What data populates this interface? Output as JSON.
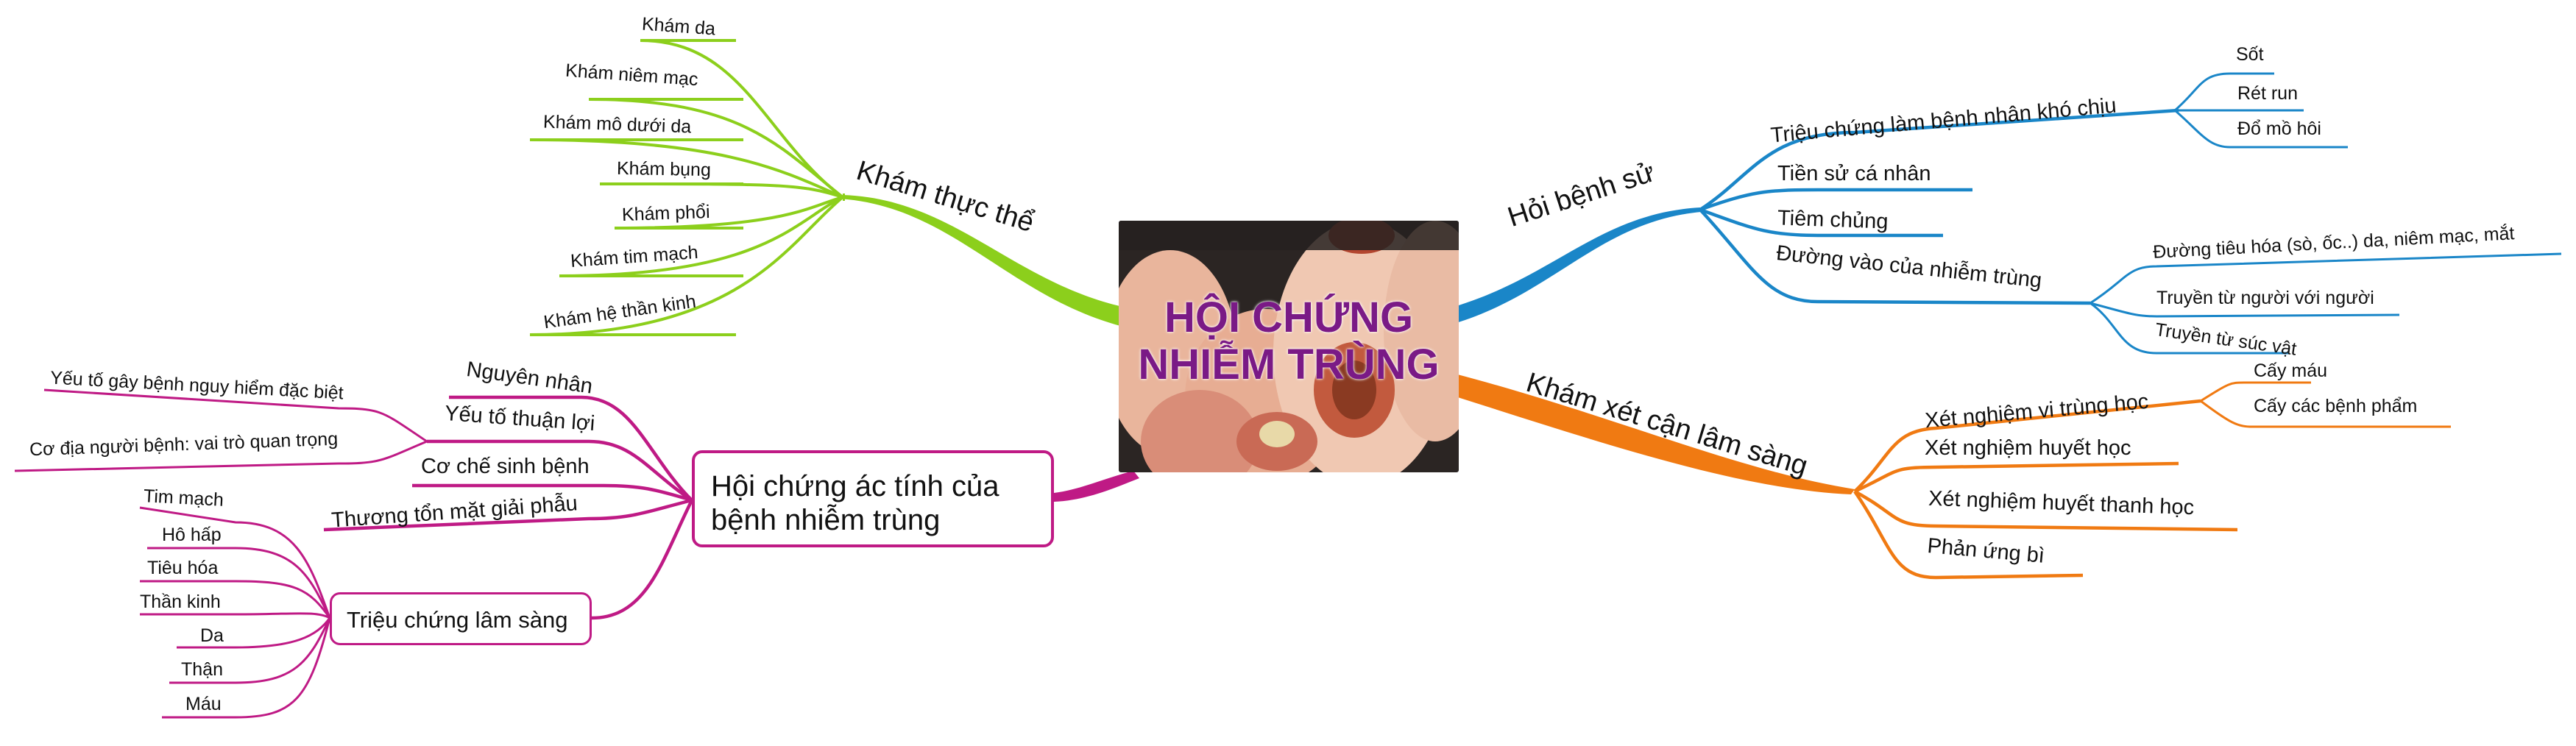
{
  "center": {
    "title_line1": "HỘI CHỨNG",
    "title_line2": "NHIỄM TRÙNG",
    "image": "infected-toes-photo"
  },
  "colors": {
    "kham_thuc_the": "#8ccf1c",
    "hoi_benh_su": "#1a86c8",
    "kham_xet": "#f07a12",
    "hoi_chung": "#bf1a85",
    "title": "#7a1a86"
  },
  "kham_thuc_the": {
    "label": "Khám thực thể",
    "items": [
      "Khám da",
      "Khám niêm mạc",
      "Khám mô dưới da",
      "Khám bụng",
      "Khám phổi",
      "Khám tim mạch",
      "Khám hệ thần kinh"
    ]
  },
  "hoi_benh_su": {
    "label": "Hỏi bệnh sử",
    "trieu_chung": {
      "label": "Triệu chứng làm bệnh nhân khó chịu",
      "items": [
        "Sốt",
        "Rét run",
        "Đổ mồ hôi"
      ]
    },
    "tien_su": "Tiền sử cá nhân",
    "tiem_chung": "Tiêm chủng",
    "duong_vao": {
      "label": "Đường vào của nhiễm trùng",
      "items": [
        "Đường tiêu hóa (sò, ốc..) da, niêm mạc, mắt",
        "Truyền từ người với người",
        "Truyền từ súc vật"
      ]
    }
  },
  "kham_xet": {
    "label": "Khám xét cận lâm sàng",
    "vi_trung": {
      "label": "Xét nghiệm vi trùng học",
      "items": [
        "Cấy máu",
        "Cấy các bệnh phẩm"
      ]
    },
    "huyet_hoc": "Xét nghiệm huyết học",
    "huyet_thanh": "Xét nghiệm huyết thanh học",
    "phan_ung_bi": "Phản ứng bì"
  },
  "hoi_chung": {
    "label": "Hội chứng ác tính của bệnh nhiễm trùng",
    "nguyen_nhan": "Nguyên nhân",
    "yeu_to": {
      "label": "Yếu tố thuận lợi",
      "items": [
        "Yếu tố gây bệnh nguy hiểm đặc biệt",
        "Cơ địa người bệnh: vai trò quan trọng"
      ]
    },
    "co_che": "Cơ chế sinh bệnh",
    "thuong_ton": "Thương tổn mặt giải phẫu",
    "trieu_chung_ls": {
      "label": "Triệu chứng lâm sàng",
      "items": [
        "Tim mạch",
        "Hô hấp",
        "Tiêu hóa",
        "Thần kinh",
        "Da",
        "Thận",
        "Máu"
      ]
    }
  }
}
